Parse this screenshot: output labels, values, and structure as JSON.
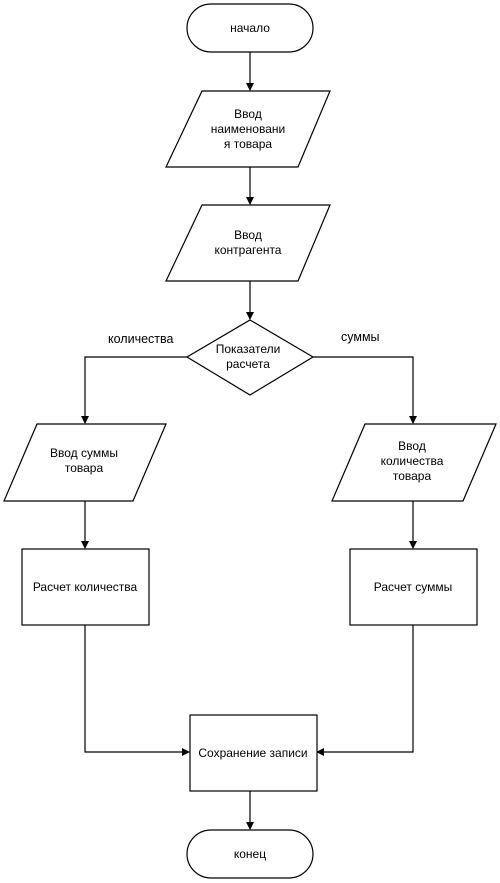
{
  "diagram": {
    "start": "начало",
    "input_product_name": [
      "Ввод",
      "наименовани",
      "я товара"
    ],
    "input_counterparty": [
      "Ввод",
      "контрагента"
    ],
    "decision": [
      "Показатели",
      "расчета"
    ],
    "branch_left": "количества",
    "branch_right": "суммы",
    "input_amount": [
      "Ввод суммы",
      "товара"
    ],
    "input_quantity": [
      "Ввод",
      "количества",
      "товара"
    ],
    "calc_quantity": "Расчет количества",
    "calc_amount": "Расчет суммы",
    "save_record": "Сохранение записи",
    "end": "конец"
  }
}
